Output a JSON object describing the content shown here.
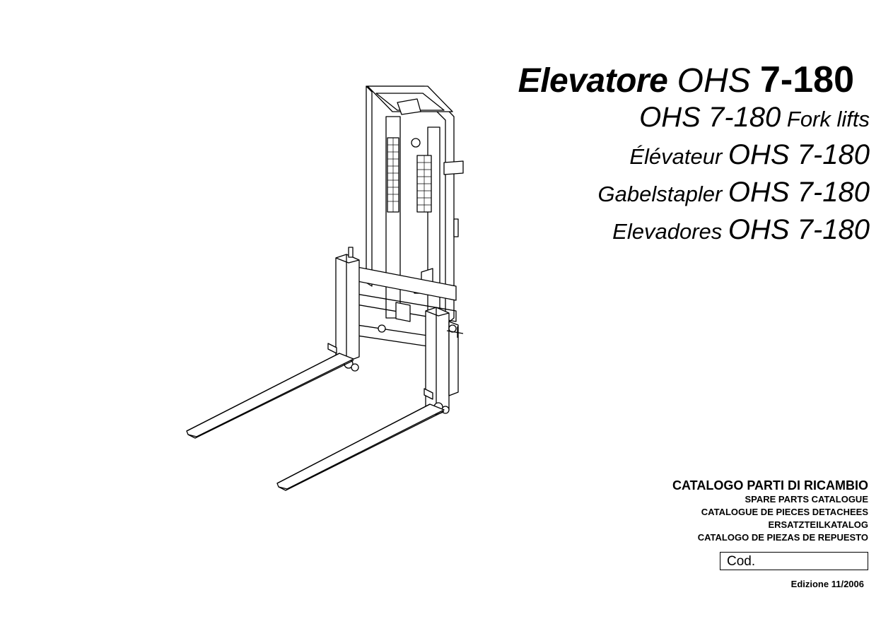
{
  "title": {
    "line1": {
      "bold_word": "Elevatore",
      "light_word": "OHS",
      "bold_model": "7-180"
    },
    "lines": [
      {
        "prefix": "",
        "main": "OHS 7-180",
        "suffix": " Fork lifts"
      },
      {
        "prefix": "Élévateur ",
        "main": "OHS 7-180",
        "suffix": ""
      },
      {
        "prefix": "Gabelstapler ",
        "main": "OHS 7-180",
        "suffix": ""
      },
      {
        "prefix": "Elevadores ",
        "main": "OHS 7-180",
        "suffix": ""
      }
    ]
  },
  "catalog": {
    "main": "CATALOGO PARTI DI RICAMBIO",
    "translations": [
      "SPARE PARTS CATALOGUE",
      "CATALOGUE DE PIECES DETACHEES",
      "ERSATZTEILKATALOG",
      "CATALOGO DE PIEZAS DE REPUESTO"
    ]
  },
  "code_label": "Cod.",
  "edition": "Edizione 11/2006"
}
